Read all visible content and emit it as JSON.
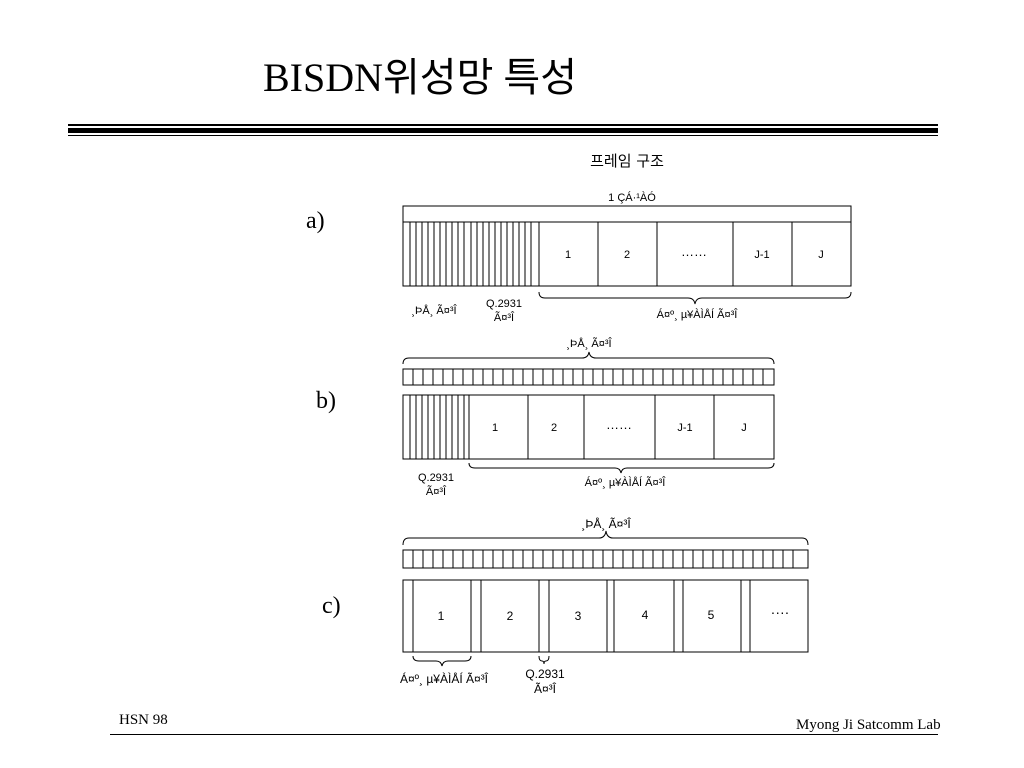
{
  "slide": {
    "title": "BISDN위성망 특성",
    "footer_left": "HSN 98",
    "footer_right": "Myong Ji Satcomm Lab"
  },
  "diagram": {
    "frame_caption": "프레임 구조",
    "a": {
      "label": "a)",
      "span_label": "1 ÇÁ·¹ÀÓ",
      "slots": [
        "1",
        "2",
        "……",
        "J-1",
        "J"
      ],
      "label_left": "¸ÞÅ¸ Ã¤³Î",
      "label_q_line1": "Q.2931",
      "label_q_line2": "Ã¤³Î",
      "label_data": "Á¤º¸ µ¥ÀÌÅÍ Ã¤³Î"
    },
    "b": {
      "label": "b)",
      "top_label": "¸ÞÅ¸ Ã¤³Î",
      "slots": [
        "1",
        "2",
        "……",
        "J-1",
        "J"
      ],
      "label_q_line1": "Q.2931",
      "label_q_line2": "Ã¤³Î",
      "label_data": "Á¤º¸ µ¥ÀÌÅÍ Ã¤³Î"
    },
    "c": {
      "label": "c)",
      "top_label": "¸ÞÅ¸ Ã¤³Î",
      "slots": [
        "1",
        "2",
        "3",
        "4",
        "5",
        "····"
      ],
      "label_data": "Á¤º¸ µ¥ÀÌÅÍ Ã¤³Î",
      "label_q_line1": "Q.2931",
      "label_q_line2": "Ã¤³Î"
    }
  }
}
